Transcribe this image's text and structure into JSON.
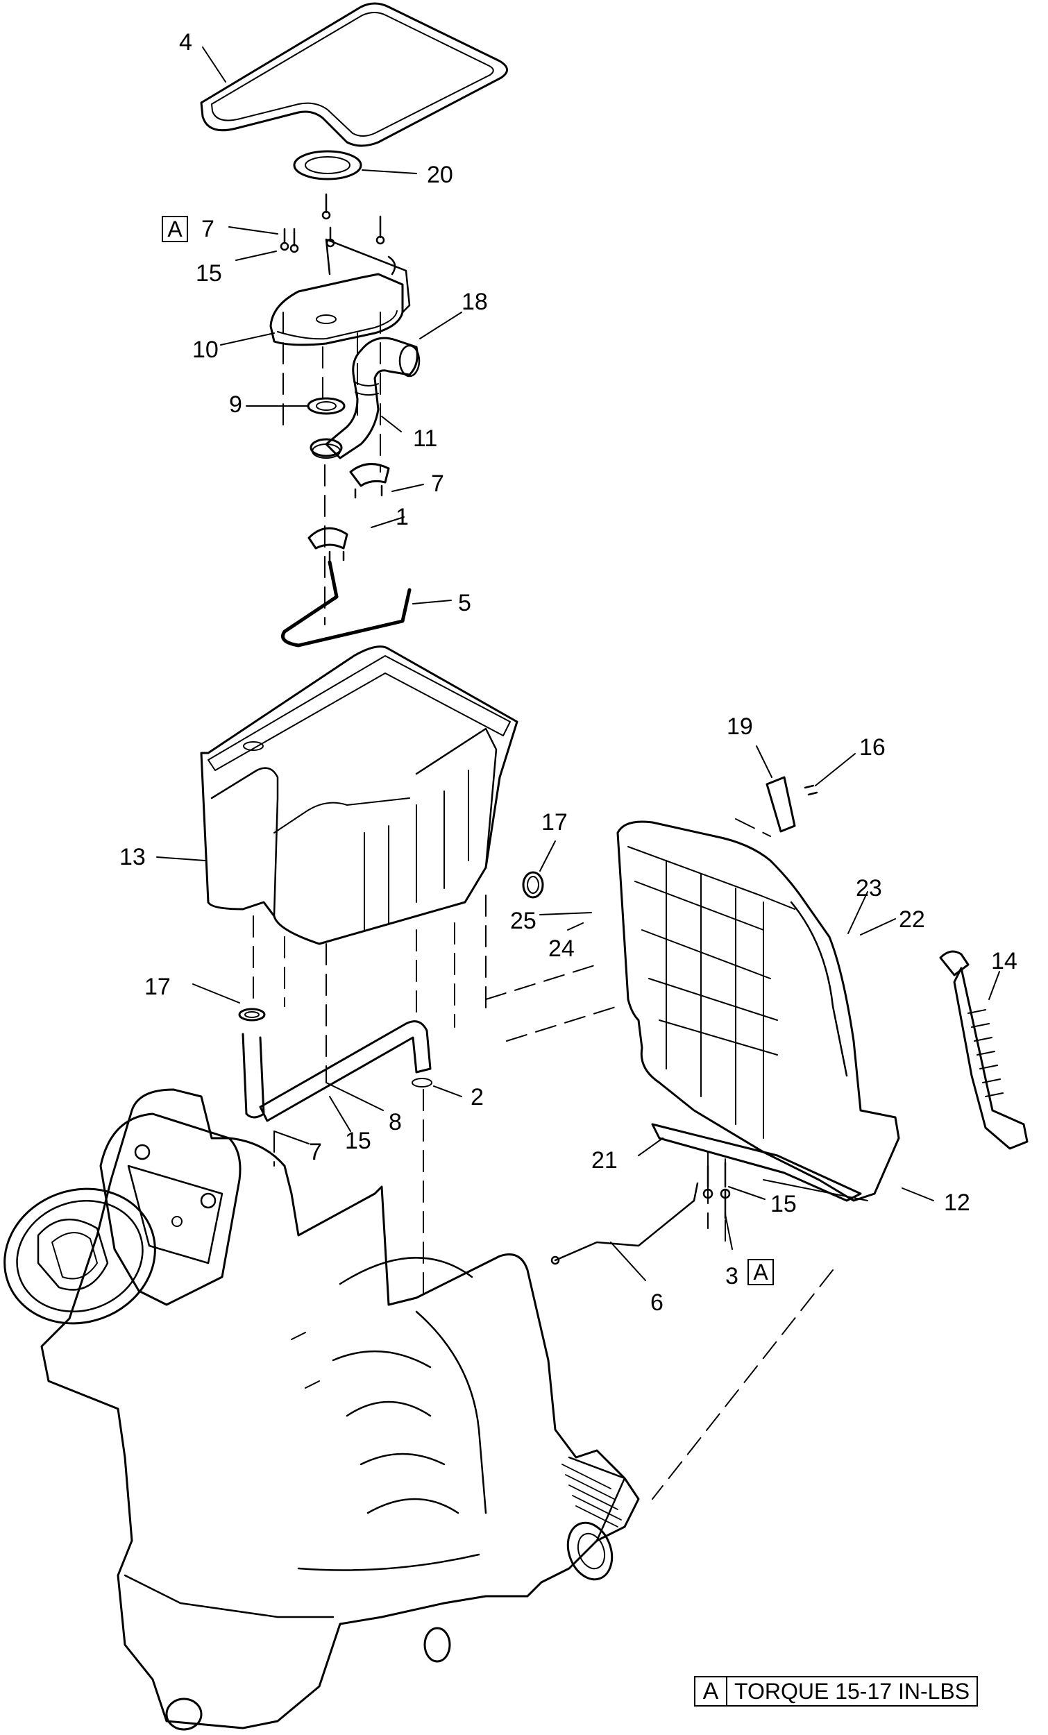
{
  "callouts": {
    "c4": "4",
    "c20": "20",
    "c7a": "7",
    "c15a": "15",
    "c18": "18",
    "c10": "10",
    "c9": "9",
    "c11": "11",
    "c7b": "7",
    "c1": "1",
    "c5": "5",
    "c19": "19",
    "c16": "16",
    "c17a": "17",
    "c13": "13",
    "c25": "25",
    "c24": "24",
    "c23": "23",
    "c22": "22",
    "c14": "14",
    "c17b": "17",
    "c2": "2",
    "c8": "8",
    "c15b": "15",
    "c7c": "7",
    "c21": "21",
    "c15c": "15",
    "c12": "12",
    "c3": "3",
    "c6": "6"
  },
  "torque_marker": "A",
  "legend": {
    "key": "A",
    "text": "TORQUE 15-17 IN-LBS"
  }
}
